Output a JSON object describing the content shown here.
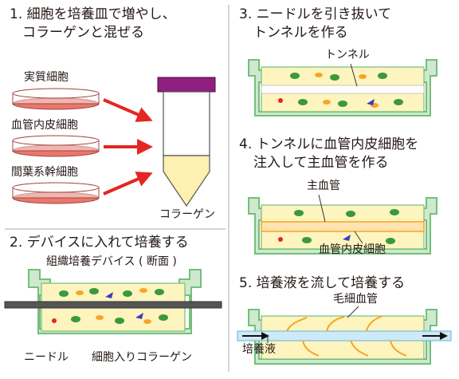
{
  "steps": [
    {
      "num": "1.",
      "lines": [
        "細胞を培養皿で増やし、",
        "コラーゲンと混ぜる"
      ]
    },
    {
      "num": "2.",
      "lines": [
        "デバイスに入れて培養する"
      ]
    },
    {
      "num": "3.",
      "lines": [
        "ニードルを引き抜いて",
        "トンネルを作る"
      ]
    },
    {
      "num": "4.",
      "lines": [
        "トンネルに血管内皮細胞を",
        "注入して主血管を作る"
      ]
    },
    {
      "num": "5.",
      "lines": [
        "培養液を流して培養する"
      ]
    }
  ],
  "panel1": {
    "dishes": [
      "実質細胞",
      "血管内皮細胞",
      "間葉系幹細胞"
    ],
    "tube_label": "コラーゲン"
  },
  "panel2": {
    "device_label": "組織培養デバイス ( 断面 )",
    "needle_label": "ニードル",
    "collagen_label": "細胞入りコラーゲン"
  },
  "panel3": {
    "tunnel_label": "トンネル"
  },
  "panel4": {
    "vessel_label": "主血管",
    "endothelial_label": "血管内皮細胞"
  },
  "panel5": {
    "capillary_label": "毛細血管",
    "medium_label": "培養液"
  },
  "colors": {
    "device_green": "#74bf7a",
    "device_fill": "#cfe8cf",
    "collagen": "#fdf4c0",
    "dish_red": "#e8786e",
    "arrow_red": "#e52620",
    "cap_purple": "#8f1f7e",
    "vessel_orange": "#f5a623",
    "medium_blue": "#cdeaf6",
    "needle_gray": "#555555"
  }
}
